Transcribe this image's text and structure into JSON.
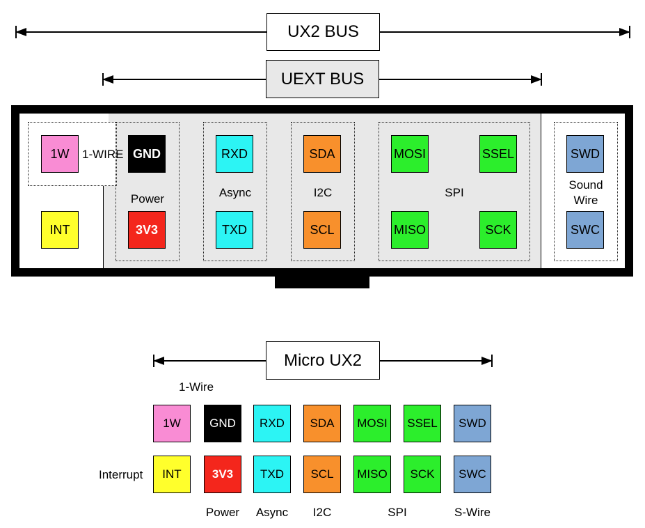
{
  "buses": {
    "ux2": "UX2 BUS",
    "uext": "UEXT BUS",
    "micro": "Micro UX2"
  },
  "connector": {
    "pins": {
      "w1": "1W",
      "gnd": "GND",
      "rxd": "RXD",
      "sda": "SDA",
      "mosi": "MOSI",
      "ssel": "SSEL",
      "swd": "SWD",
      "int": "INT",
      "v33": "3V3",
      "txd": "TXD",
      "scl": "SCL",
      "miso": "MISO",
      "sck": "SCK",
      "swc": "SWC"
    },
    "groups": {
      "onewire": "1-WIRE",
      "power": "Power",
      "async": "Async",
      "i2c": "I2C",
      "spi": "SPI",
      "sound": "Sound",
      "wire": "Wire"
    }
  },
  "micro": {
    "pins": {
      "w1": "1W",
      "gnd": "GND",
      "rxd": "RXD",
      "sda": "SDA",
      "mosi": "MOSI",
      "ssel": "SSEL",
      "swd": "SWD",
      "int": "INT",
      "v33": "3V3",
      "txd": "TXD",
      "scl": "SCL",
      "miso": "MISO",
      "sck": "SCK",
      "swc": "SWC"
    },
    "labels": {
      "onewire": "1-Wire",
      "interrupt": "Interrupt",
      "power": "Power",
      "async": "Async",
      "i2c": "I2C",
      "spi": "SPI",
      "swire": "S-Wire"
    }
  },
  "colors": {
    "onewire": "#f98cd4",
    "gnd": "#000000",
    "async": "#2cf4f4",
    "i2c": "#f8902c",
    "spi": "#2cee2c",
    "swire": "#7ea6d4",
    "int": "#ffff2c",
    "power": "#f4261c",
    "uext_fill": "#e8e8e8"
  }
}
